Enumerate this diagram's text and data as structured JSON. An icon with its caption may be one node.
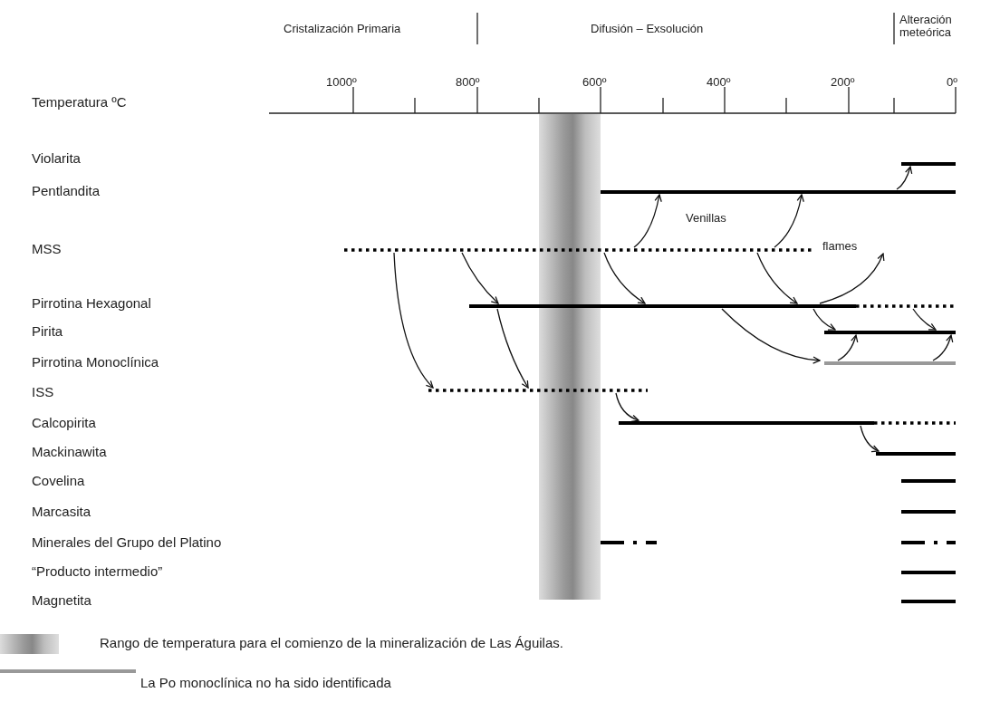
{
  "diagram": {
    "nodes": [
      {
        "text": [],
        "shape": "bar"
      },
      {
        "text": [],
        "shape": "bar"
      },
      {
        "text": [
          "flames"
        ]
      },
      {
        "text": [],
        "shape": "bar"
      },
      {
        "text": [],
        "shape": "bar"
      },
      {
        "text": [],
        "shape": "bar"
      },
      {
        "text": [],
        "shape": "bar"
      },
      {
        "text": [],
        "shape": "bar"
      },
      {
        "text": [],
        "shape": "bar"
      },
      {
        "text": [],
        "shape": "bar"
      },
      {
        "text": [],
        "shape": "bar"
      },
      {
        "text": [],
        "shape": "bar"
      },
      {
        "text": [],
        "shape": "bar"
      },
      {
        "text": [],
        "shape": "bar"
      },
      {
        "text": [],
        "shape": "bar"
      },
      {
        "text": [],
        "shape": "bar"
      },
      {
        "text": [],
        "shape": "band"
      }
    ],
    "edges": [
      {
        "from": 3,
        "to": 4,
        "arrow": "to"
      },
      {
        "from": 3,
        "to": 4,
        "arrow": "to"
      },
      {
        "from": 3,
        "to": 4,
        "arrow": "to"
      },
      {
        "from": 3,
        "to": 7,
        "arrow": "to"
      },
      {
        "from": 4,
        "to": 7,
        "arrow": "to"
      },
      {
        "from": 3,
        "to": 1,
        "arrow": "to"
      },
      {
        "from": 3,
        "to": 1,
        "arrow": "to"
      },
      {
        "from": 4,
        "to": 2,
        "arrow": "to"
      },
      {
        "from": 1,
        "to": 0,
        "arrow": "to"
      },
      {
        "from": 4,
        "to": 5,
        "arrow": "to"
      },
      {
        "from": 4,
        "to": 5,
        "arrow": "to"
      },
      {
        "from": 4,
        "to": 6,
        "arrow": "to"
      },
      {
        "from": 6,
        "to": 5,
        "arrow": "to"
      },
      {
        "from": 6,
        "to": 5,
        "arrow": "to"
      },
      {
        "from": 7,
        "to": 8,
        "arrow": "to"
      },
      {
        "from": 8,
        "to": 9,
        "arrow": "to"
      }
    ],
    "labels": [
      "Cristalización Primaria",
      "Difusión – Exsolución",
      "Alteración meteórica",
      "1000º",
      "800º",
      "600º",
      "400º",
      "200º",
      "0º",
      "Temperatura ºC",
      "Violarita",
      "Pentlandita",
      "Venillas",
      "MSS",
      "Pirrotina Hexagonal",
      "Pirita",
      "Pirrotina Monoclínica",
      "ISS",
      "Calcopirita",
      "Mackinawita",
      "Covelina",
      "Marcasita",
      "Minerales del Grupo del Platino",
      "“Producto intermedio”",
      "Magnetita"
    ],
    "legend": [
      {
        "text": "Rango de temperatura para el comienzo de la mineralización de Las Águilas."
      },
      {
        "text": "La Po monoclínica no ha sido identificada"
      }
    ]
  }
}
